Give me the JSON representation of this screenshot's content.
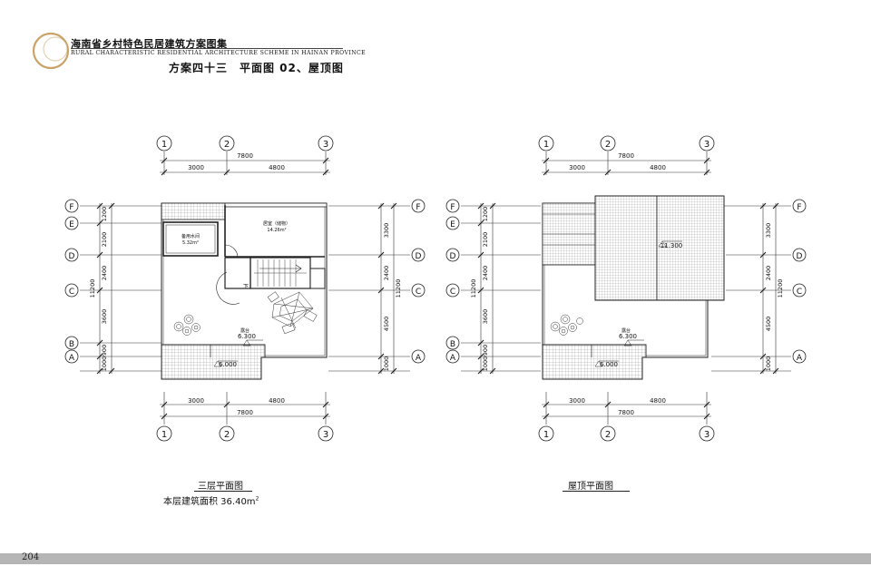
{
  "header": {
    "series_title": "海南省乡村特色民居建筑方案图集",
    "series_subtitle": "RURAL CHARACTERISTIC RESIDENTIAL ARCHITECTURE SCHEME IN HAINAN PROVINCE",
    "scheme_title": "方案四十三　平面图 02、屋顶图"
  },
  "plans": {
    "third_floor": {
      "caption": "三层平面图",
      "area_text": "本层建筑面积 36.40m",
      "area_sup": "2",
      "rooms": [
        {
          "name": "备用水间",
          "area": "5.32m²"
        },
        {
          "name": "居室（储物）",
          "area": "14.26m²"
        },
        {
          "name": "露台",
          "level": "6.300"
        }
      ],
      "stair_label": "下",
      "low_level": "6.000"
    },
    "roof": {
      "caption": "屋顶平面图",
      "roof_level": "11.300",
      "terrace_name": "露台",
      "terrace_level": "6.300",
      "low_level": "6.000"
    }
  },
  "axes": {
    "col_labels": [
      "1",
      "2",
      "3"
    ],
    "row_labels": [
      "F",
      "E",
      "D",
      "C",
      "B",
      "A"
    ],
    "top_dims": {
      "total": "7800",
      "parts": [
        "3000",
        "4800"
      ]
    },
    "bottom_dims": {
      "total": "7800",
      "parts": [
        "3000",
        "4800"
      ]
    },
    "left_dims": [
      "1200",
      "2100",
      "2400",
      "3600",
      "900",
      "1000"
    ],
    "left_total": "11200",
    "right_dims": [
      "3300",
      "2400",
      "4500",
      "1000"
    ],
    "right_total": "11200"
  },
  "footer": {
    "page_number": "204"
  },
  "colors": {
    "line": "#222222",
    "accent": "#c8a36a",
    "hatch": "#777777",
    "footer_bar": "#b5b5b5"
  }
}
